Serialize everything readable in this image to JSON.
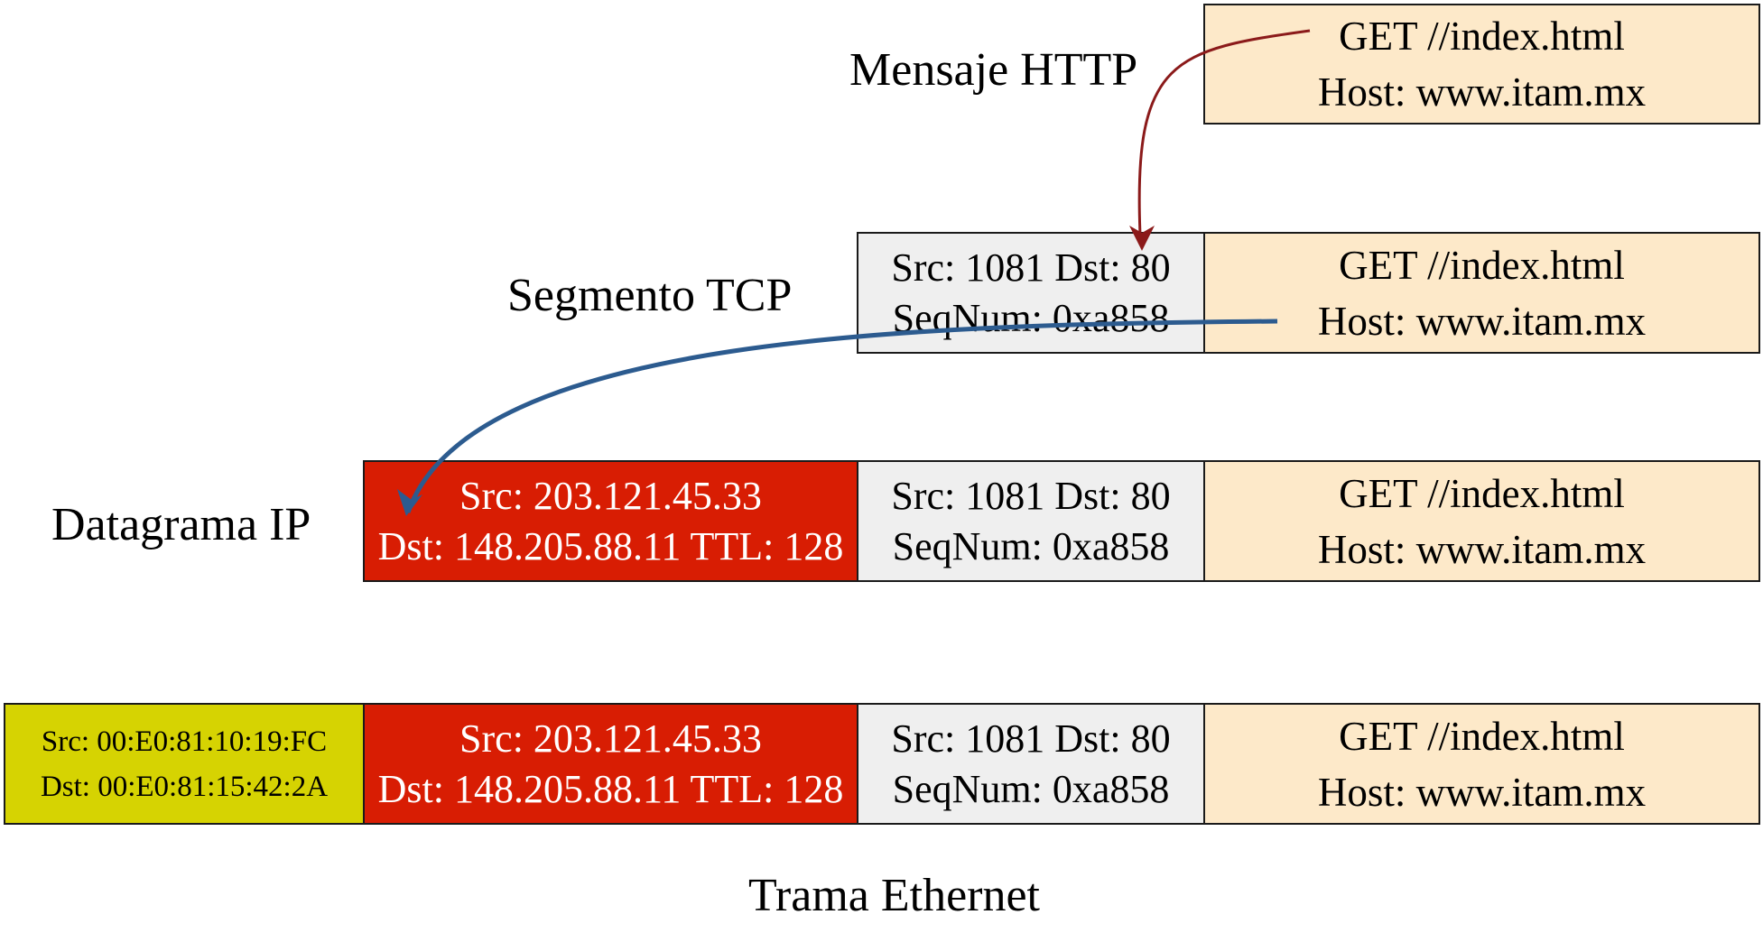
{
  "labels": {
    "http": "Mensaje HTTP",
    "tcp": "Segmento TCP",
    "ip": "Datagrama IP",
    "ethernet": "Trama Ethernet"
  },
  "http_payload": {
    "line1": "GET //index.html",
    "line2": "Host: www.itam.mx"
  },
  "tcp_header": {
    "line1": "Src: 1081 Dst: 80",
    "line2": "SeqNum: 0xa858"
  },
  "ip_header": {
    "line1": "Src: 203.121.45.33",
    "line2": "Dst: 148.205.88.11 TTL: 128"
  },
  "ethernet_header": {
    "line1": "Src: 00:E0:81:10:19:FC",
    "line2": "Dst: 00:E0:81:15:42:2A"
  },
  "colors": {
    "payload": "#fde9c9",
    "tcp_header": "#efefef",
    "ip_header": "#d81d03",
    "ethernet_header": "#d6d302",
    "arrow_http_to_tcp": "#8b1a1a",
    "arrow_tcp_to_ip": "#2c5b8f"
  }
}
